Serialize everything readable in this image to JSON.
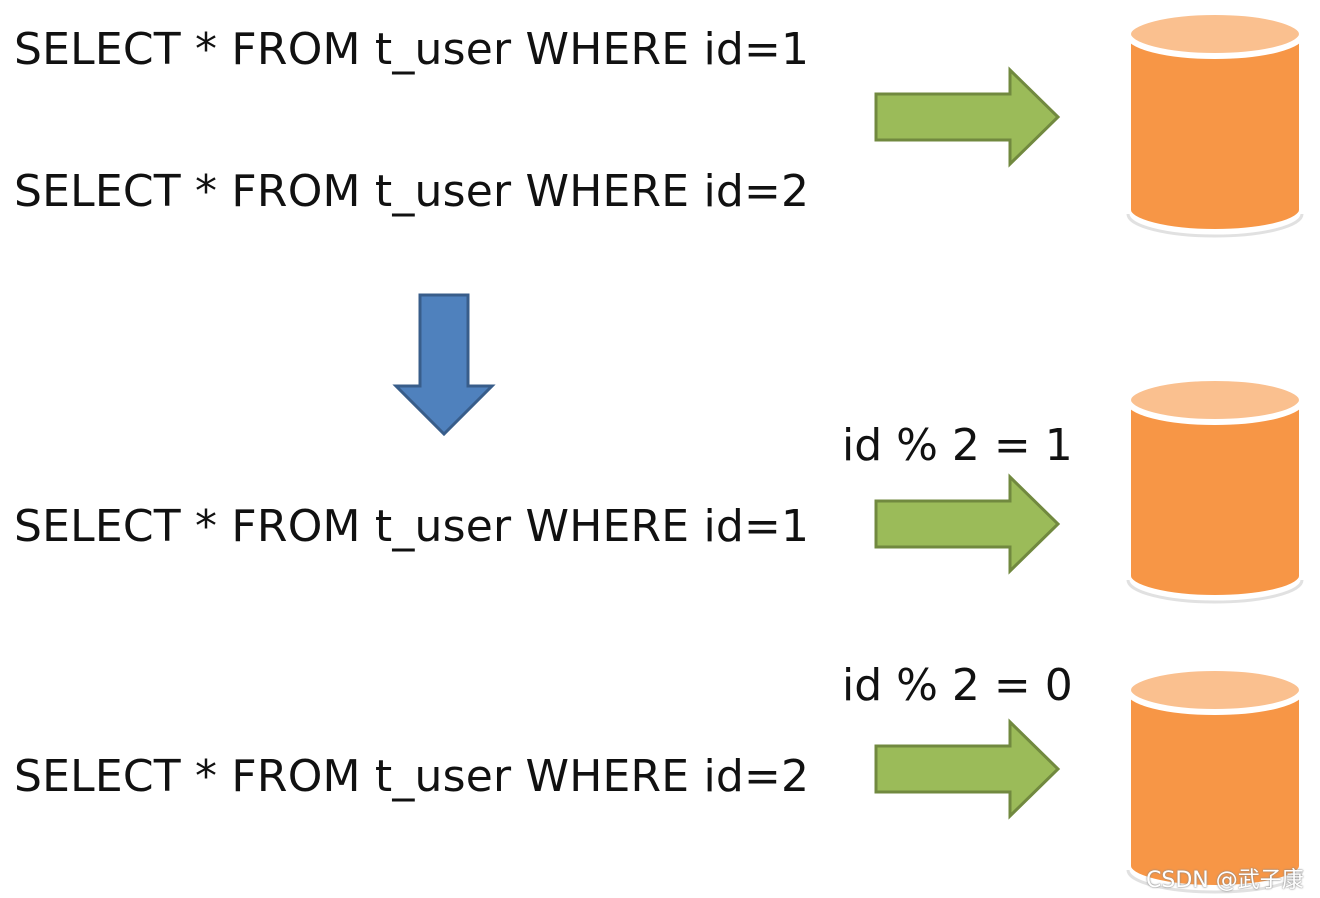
{
  "top_group": {
    "query_1": "SELECT * FROM t_user WHERE id=1",
    "query_2": "SELECT * FROM t_user WHERE id=2"
  },
  "bottom_group": {
    "shard_1": {
      "condition": "id % 2 = 1",
      "query": "SELECT * FROM t_user WHERE id=1"
    },
    "shard_2": {
      "condition": "id % 2 = 0",
      "query": "SELECT * FROM t_user WHERE id=2"
    }
  },
  "watermark": "CSDN @武子康",
  "colors": {
    "route_arrow": "#9bbb59",
    "route_arrow_border": "#71893f",
    "split_arrow": "#4f81bd",
    "split_arrow_border": "#385d8a",
    "database_body": "#f79646",
    "database_top": "#fac08f"
  },
  "icons": {
    "database": "database-icon",
    "route_arrow": "arrow-right-icon",
    "split_arrow": "arrow-down-icon"
  }
}
